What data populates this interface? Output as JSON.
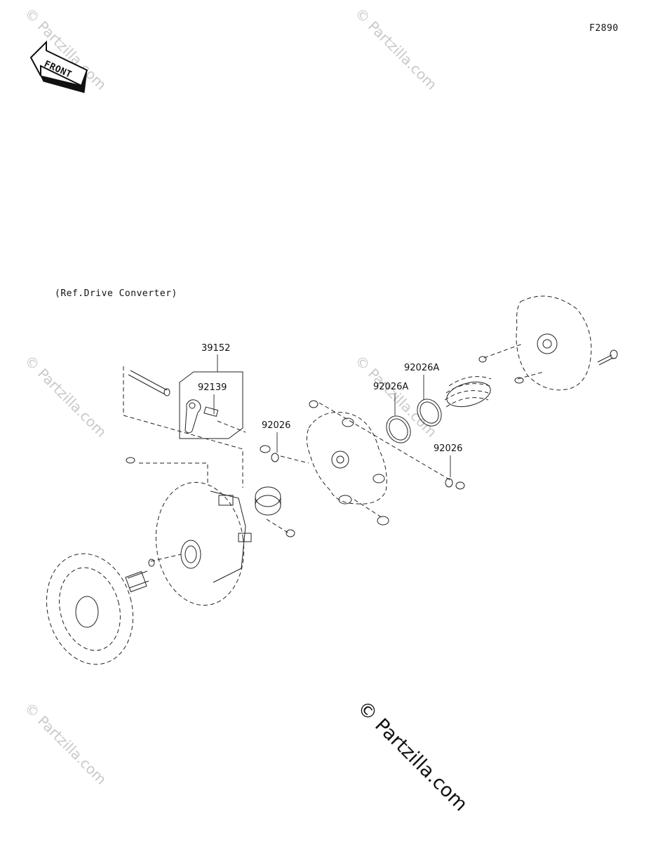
{
  "diagram_code": "F2890",
  "front_label": "FRONT",
  "reference_note": "(Ref.Drive Converter)",
  "watermark": "© Partzilla.com",
  "parts": {
    "p39152": "39152",
    "p92139": "92139",
    "p92026_left": "92026",
    "p92026a_mid": "92026A",
    "p92026a_right": "92026A",
    "p92026_right": "92026"
  }
}
